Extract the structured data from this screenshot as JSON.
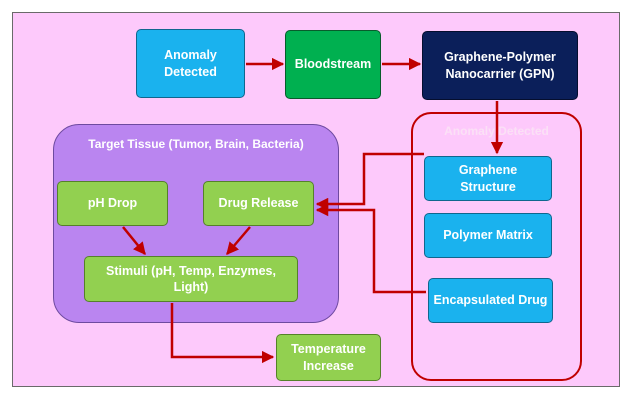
{
  "nodes": {
    "anomaly_detected": "Anomaly\nDetected",
    "bloodstream": "Bloodstream",
    "gpn": "Graphene-Polymer\nNanocarrier (GPN)",
    "target_tissue_title": "Target Tissue (Tumor, Brain, Bacteria)",
    "ph_drop": "pH Drop",
    "drug_release": "Drug Release",
    "stimuli": "Stimuli (pH, Temp, Enzymes,\nLight)",
    "temperature_increase": "Temperature\nIncrease",
    "anomaly_container_title": "Anomaly Detected",
    "graphene_structure": "Graphene\nStructure",
    "polymer_matrix": "Polymer Matrix",
    "encapsulated_drug": "Encapsulated Drug"
  },
  "colors": {
    "background": "#fdc9fb",
    "blue_node": "#1ab2ee",
    "green_node": "#00b050",
    "navy_node": "#0b1f5a",
    "light_green_node": "#92d050",
    "tissue_container": "#ba85f0",
    "arrow": "#c00000"
  }
}
